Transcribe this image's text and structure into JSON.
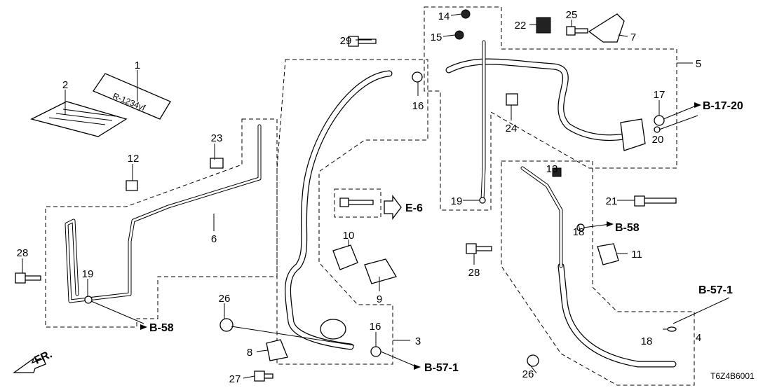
{
  "diagram": {
    "part_numbers": [
      "1",
      "2",
      "3",
      "4",
      "5",
      "6",
      "7",
      "8",
      "9",
      "10",
      "11",
      "12",
      "13",
      "14",
      "15",
      "16",
      "16",
      "17",
      "18",
      "18",
      "19",
      "19",
      "20",
      "21",
      "22",
      "23",
      "24",
      "25",
      "26",
      "26",
      "27",
      "28",
      "28",
      "29"
    ],
    "references": {
      "b58_left": "B-58",
      "b58_right": "B-58",
      "b5711_bottom": "B-57-1",
      "b5711_right": "B-57-1",
      "b1720": "B-17-20",
      "e6": "E-6"
    },
    "label_1_text": "R-1234yf",
    "front_indicator": "FR.",
    "drawing_code": "T6Z4B6001"
  }
}
